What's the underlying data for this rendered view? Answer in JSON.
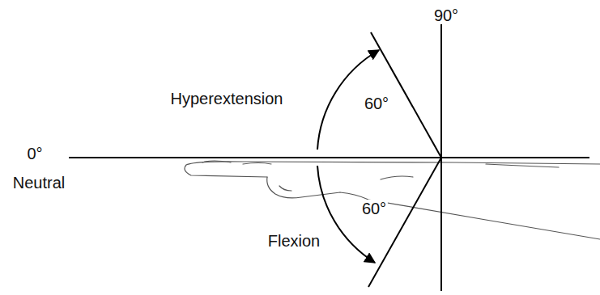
{
  "diagram": {
    "labels": [
      "90°",
      "Hyperextension",
      "60°",
      "0°",
      "Neutral",
      "60°",
      "Flexion"
    ]
  }
}
